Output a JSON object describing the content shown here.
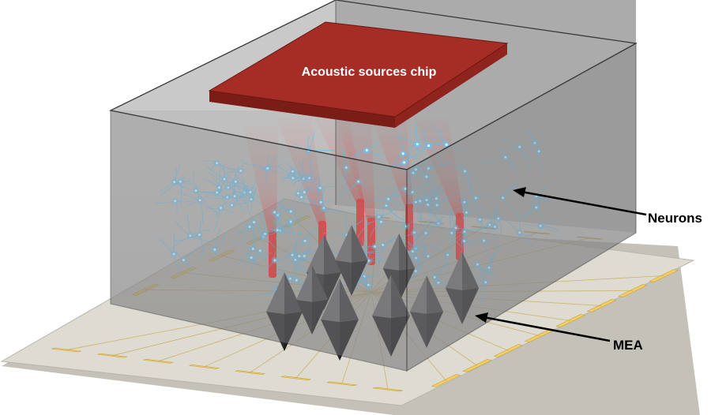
{
  "labels": {
    "chip": "Acoustic sources chip",
    "neurons": "Neurons",
    "mea": "MEA"
  },
  "colors": {
    "background": "#ffffff",
    "substrate": "#dedbd2",
    "pad": "#f2cf63",
    "chip": "#a52d25",
    "box": "#7f7f7f",
    "beam": "#ff1a1a",
    "neuron": "#4cc3ff",
    "electrode": "#3a3a3e"
  }
}
